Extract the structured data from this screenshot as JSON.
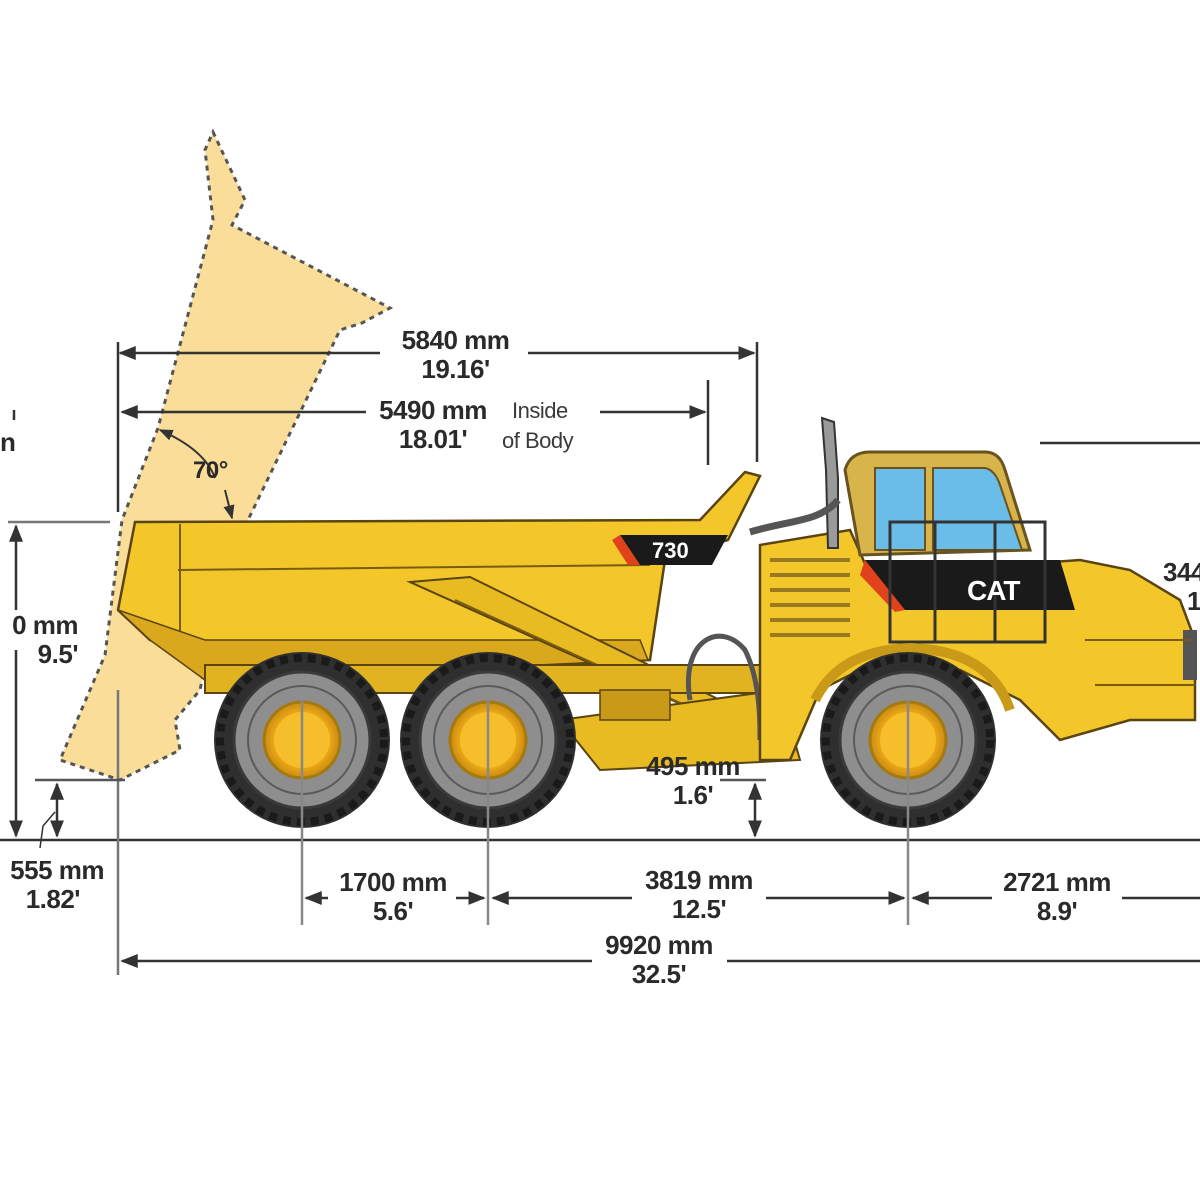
{
  "diagram": {
    "title": "",
    "model_badge": "730",
    "brand_logo": "CAT",
    "colors": {
      "body_yellow": "#f3c72a",
      "body_shadow": "#d9a81c",
      "dump_outline_fill": "#f9dd98",
      "tire": "#3a3a3a",
      "tire_sidewall": "#8a8a8a",
      "hub": "#f2b21e",
      "glass": "#6bbde9",
      "decal_black": "#1a1a1a",
      "decal_red": "#e0421c",
      "dimension_line": "#333333"
    },
    "dimensions": {
      "overall_body_length": {
        "metric": "5840 mm",
        "imperial": "19.16'"
      },
      "inside_body_length": {
        "metric": "5490 mm",
        "imperial": "18.01'",
        "note_line1": "Inside",
        "note_line2": "of Body"
      },
      "dump_angle": {
        "value": "70°"
      },
      "body_height_partial": {
        "metric": "0 mm",
        "imperial": "9.5'"
      },
      "dump_height_partial": {
        "metric": "n"
      },
      "dump_clearance": {
        "metric": "555 mm",
        "imperial": "1.82'"
      },
      "ground_clearance": {
        "metric": "495 mm",
        "imperial": "1.6'"
      },
      "rear_axle_spacing": {
        "metric": "1700 mm",
        "imperial": "5.6'"
      },
      "wheelbase": {
        "metric": "3819 mm",
        "imperial": "12.5'"
      },
      "front_overhang": {
        "metric": "2721 mm",
        "imperial": "8.9'"
      },
      "overall_length": {
        "metric": "9920 mm",
        "imperial": "32.5'"
      },
      "cab_height_partial": {
        "metric": "344",
        "imperial": "1"
      }
    }
  }
}
